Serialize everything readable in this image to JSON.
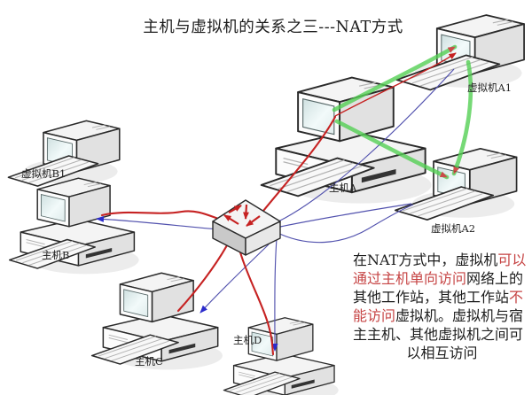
{
  "title": "主机与虚拟机的关系之三---NAT方式",
  "colors": {
    "ink": "#1c1c1c",
    "red_text": "#c64444",
    "line_red": "#c62222",
    "line_green": "#55d055",
    "line_blue": "#5252ae"
  },
  "nodes": {
    "vm_b1": {
      "label": "虚拟机B1",
      "type": "virtual-machine"
    },
    "host_b": {
      "label": "主机B",
      "type": "host"
    },
    "host_a": {
      "label": "主机A",
      "type": "host"
    },
    "vm_a1": {
      "label": "虚拟机A1",
      "type": "virtual-machine"
    },
    "vm_a2": {
      "label": "虚拟机A2",
      "type": "virtual-machine"
    },
    "host_c": {
      "label": "主机C",
      "type": "host"
    },
    "host_d": {
      "label": "主机D",
      "type": "host"
    },
    "switch": {
      "label": "",
      "type": "network-switch"
    }
  },
  "links": [
    {
      "from": "主机B",
      "to": "switch",
      "color": "red",
      "arrowhead": false
    },
    {
      "from": "switch",
      "to": "主机C",
      "color": "red",
      "arrowhead": false
    },
    {
      "from": "switch",
      "to": "主机D",
      "color": "red",
      "arrowhead": false
    },
    {
      "from": "主机A",
      "to": "switch",
      "color": "red",
      "arrowhead": false
    },
    {
      "from": "主机A",
      "to": "虚拟机A1",
      "color": "red",
      "arrowhead": true
    },
    {
      "from": "主机A",
      "to": "虚拟机A1",
      "color": "green",
      "arrowhead": true
    },
    {
      "from": "主机A",
      "to": "虚拟机A2",
      "color": "green",
      "arrowhead": true
    },
    {
      "from": "虚拟机A1",
      "to": "虚拟机A2",
      "color": "green",
      "arrowhead": true
    },
    {
      "from": "switch",
      "to": "主机B",
      "color": "blue",
      "arrowhead": true
    },
    {
      "from": "switch",
      "to": "主机C",
      "color": "blue",
      "arrowhead": true
    },
    {
      "from": "switch",
      "to": "主机D",
      "color": "blue",
      "arrowhead": true
    },
    {
      "from": "switch",
      "to": "虚拟机A1",
      "color": "blue",
      "arrowhead": false
    },
    {
      "from": "switch",
      "to": "虚拟机A2",
      "color": "blue",
      "arrowhead": false
    }
  ],
  "note": {
    "lines": [
      [
        {
          "text": "在NAT方式中，虚拟机",
          "red": false
        },
        {
          "text": "可以",
          "red": true
        }
      ],
      [
        {
          "text": "通过主机单向访问",
          "red": true
        },
        {
          "text": "网络上的",
          "red": false
        }
      ],
      [
        {
          "text": "其他工作站，其他工作站",
          "red": false
        },
        {
          "text": "不",
          "red": true
        }
      ],
      [
        {
          "text": "能访问",
          "red": true
        },
        {
          "text": "虚拟机。虚拟机与宿",
          "red": false
        }
      ],
      [
        {
          "text": "主主机、其他虚拟机之间可",
          "red": false
        }
      ],
      [
        {
          "text": "以相互访问",
          "red": false
        }
      ]
    ]
  }
}
